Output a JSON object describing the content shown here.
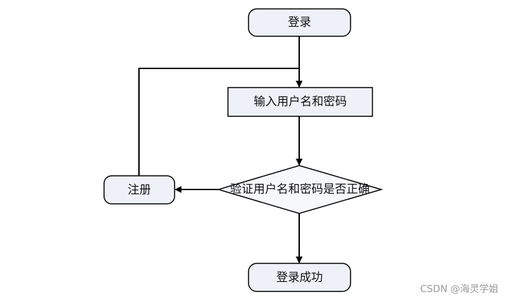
{
  "nodes": {
    "start": "登录",
    "input": "输入用户名和密码",
    "check": "验证用户名和密码是否正确",
    "register": "注册",
    "success": "登录成功"
  },
  "watermark": "CSDN @海灵学姐",
  "colors": {
    "stroke": "#000000",
    "fill_terminal": "#eef1f8",
    "fill_process": "#eef1f8",
    "fill_decision": "#f7f8fc"
  }
}
